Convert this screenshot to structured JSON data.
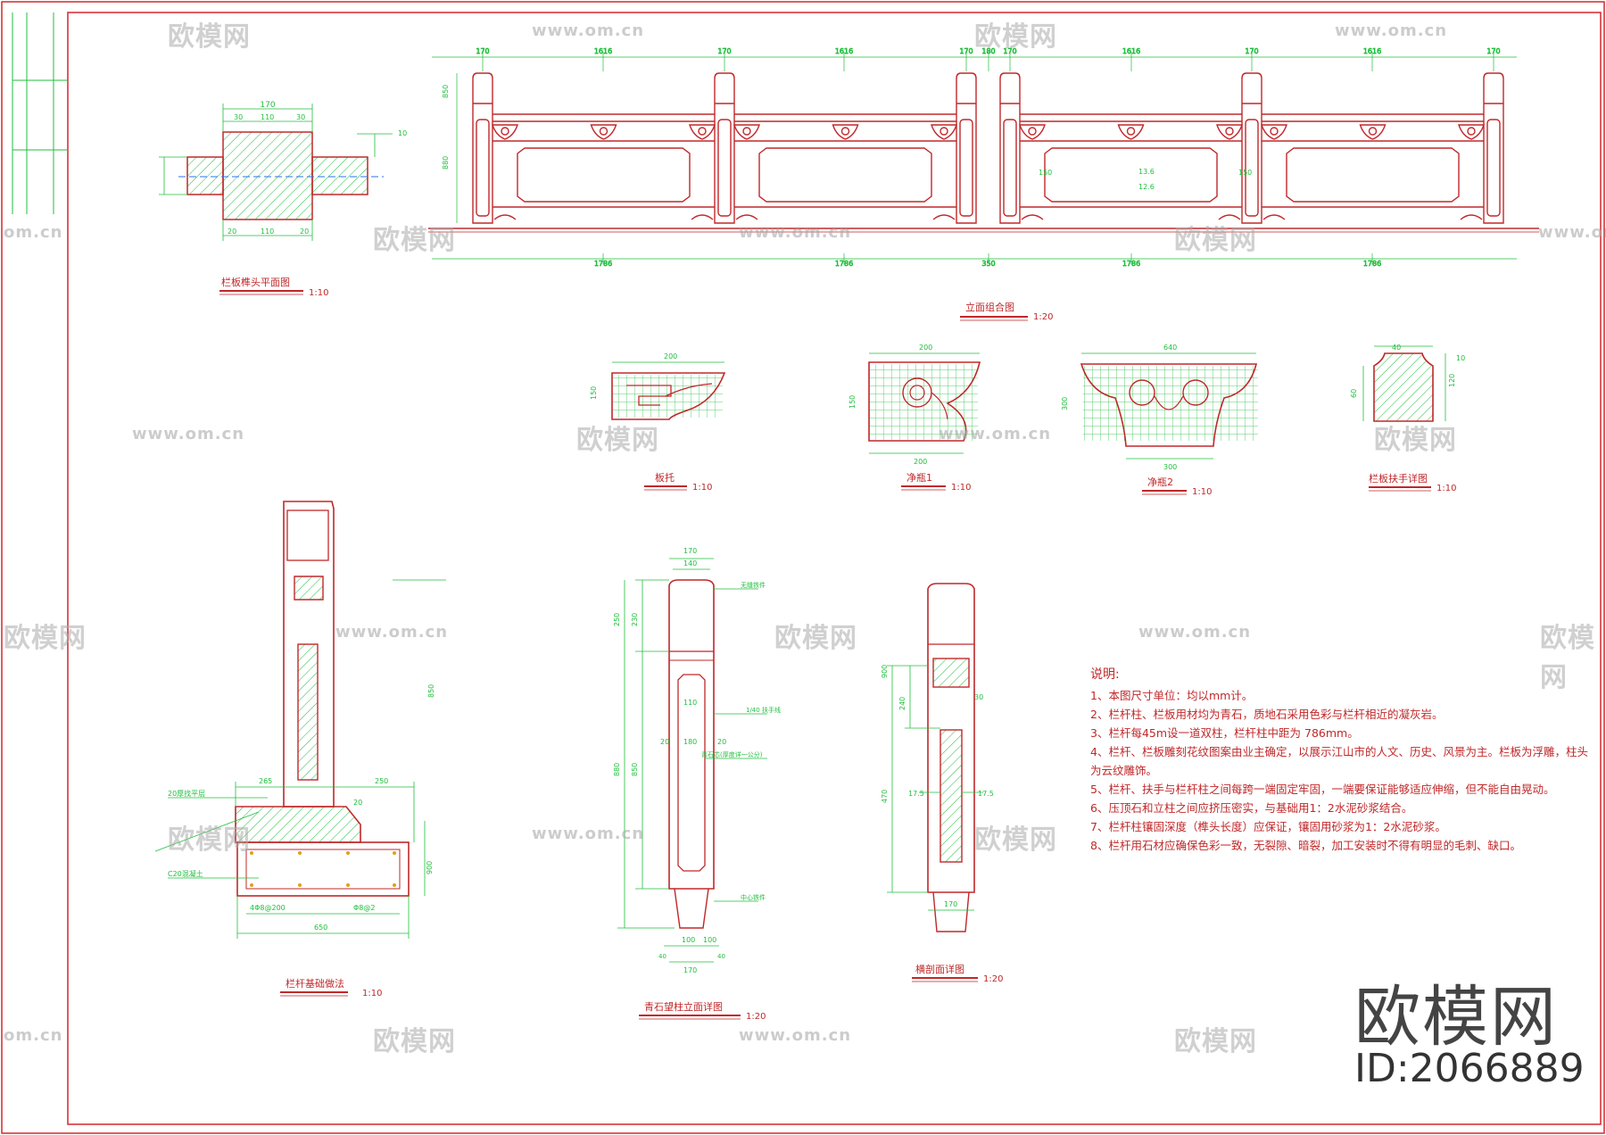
{
  "colors": {
    "border": "#d4262c",
    "dim": "#1fbf3c",
    "draw": "#c0282a",
    "hatch": "#1fbf3c",
    "axis": "#2a6fff"
  },
  "labels": {
    "joint_plan": "栏板榫头平面图",
    "joint_plan_scale": "1:10",
    "elevation": "立面组合图",
    "elevation_scale": "1:20",
    "bracket1": "板托",
    "bracket1_scale": "1:10",
    "bracket2": "净瓶1",
    "bracket2_scale": "1:10",
    "bracket3": "净瓶2",
    "bracket3_scale": "1:10",
    "handrail": "栏板扶手详图",
    "handrail_scale": "1:10",
    "foundation": "栏杆基础做法",
    "foundation_scale": "1:10",
    "post": "青石望柱立面详图",
    "post_scale": "1:20",
    "section": "横剖面详图",
    "section_scale": "1:20"
  },
  "dims": {
    "top": [
      "170",
      "1616",
      "170",
      "1616",
      "170",
      "180",
      "170",
      "1616",
      "170",
      "1616",
      "170"
    ],
    "bottom": [
      "1786",
      "1786",
      "350",
      "1786",
      "1786"
    ],
    "joint": [
      "170",
      "30",
      "110",
      "30",
      "20",
      "110",
      "20",
      "10"
    ],
    "el_left": [
      "850",
      "880"
    ],
    "el_panel": [
      "13.6",
      "12.6",
      "150",
      "150"
    ],
    "b1": [
      "200",
      "150"
    ],
    "b2": [
      "200",
      "150",
      "200"
    ],
    "b3": [
      "640",
      "300",
      "300"
    ],
    "hr": [
      "40",
      "10",
      "60",
      "120"
    ],
    "post_top": [
      "170",
      "140"
    ],
    "post_side": [
      "250",
      "230",
      "850",
      "880"
    ],
    "post_bot": [
      "100",
      "100",
      "170",
      "40",
      "40"
    ],
    "post_in": [
      "110",
      "180",
      "20",
      "20"
    ],
    "post_notes": [
      "无缝铁件",
      "1/40 扶手线",
      "青石芯(厚度详一公分)",
      "中心铁件"
    ],
    "sec": [
      "900",
      "240",
      "470",
      "17.5",
      "17.5",
      "30",
      "170"
    ],
    "found": [
      "850",
      "265",
      "250",
      "20",
      "900",
      "4Φ8@200",
      "Φ8@2",
      "650"
    ],
    "found_notes": [
      "20厚找平层",
      "C20混凝土"
    ]
  },
  "notes": {
    "title": "说明:",
    "items": [
      "1、本图尺寸单位：均以mm计。",
      "2、栏杆柱、栏板用材均为青石，质地石采用色彩与栏杆相近的凝灰岩。",
      "3、栏杆每45m设一道双柱，栏杆柱中距为 786mm。",
      "4、栏杆、栏板雕刻花纹图案由业主确定，以展示江山市的人文、历史、风景为主。栏板为浮雕，柱头为云纹雕饰。",
      "5、栏杆、扶手与栏杆柱之间每跨一端固定牢固，一端要保证能够适应伸缩，但不能自由晃动。",
      "6、压顶石和立柱之间应挤压密实，与基础用1：2水泥砂浆结合。",
      "7、栏杆柱镶固深度（榫头长度）应保证，镶固用砂浆为1：2水泥砂浆。",
      "8、栏杆用石材应确保色彩一致，无裂隙、暗裂，加工安装时不得有明显的毛刺、缺口。"
    ]
  },
  "watermark": {
    "brand": "欧模网",
    "url": "www.om.cn",
    "url_short": "om.cn",
    "big": "欧模网",
    "id": "ID:2066889"
  }
}
